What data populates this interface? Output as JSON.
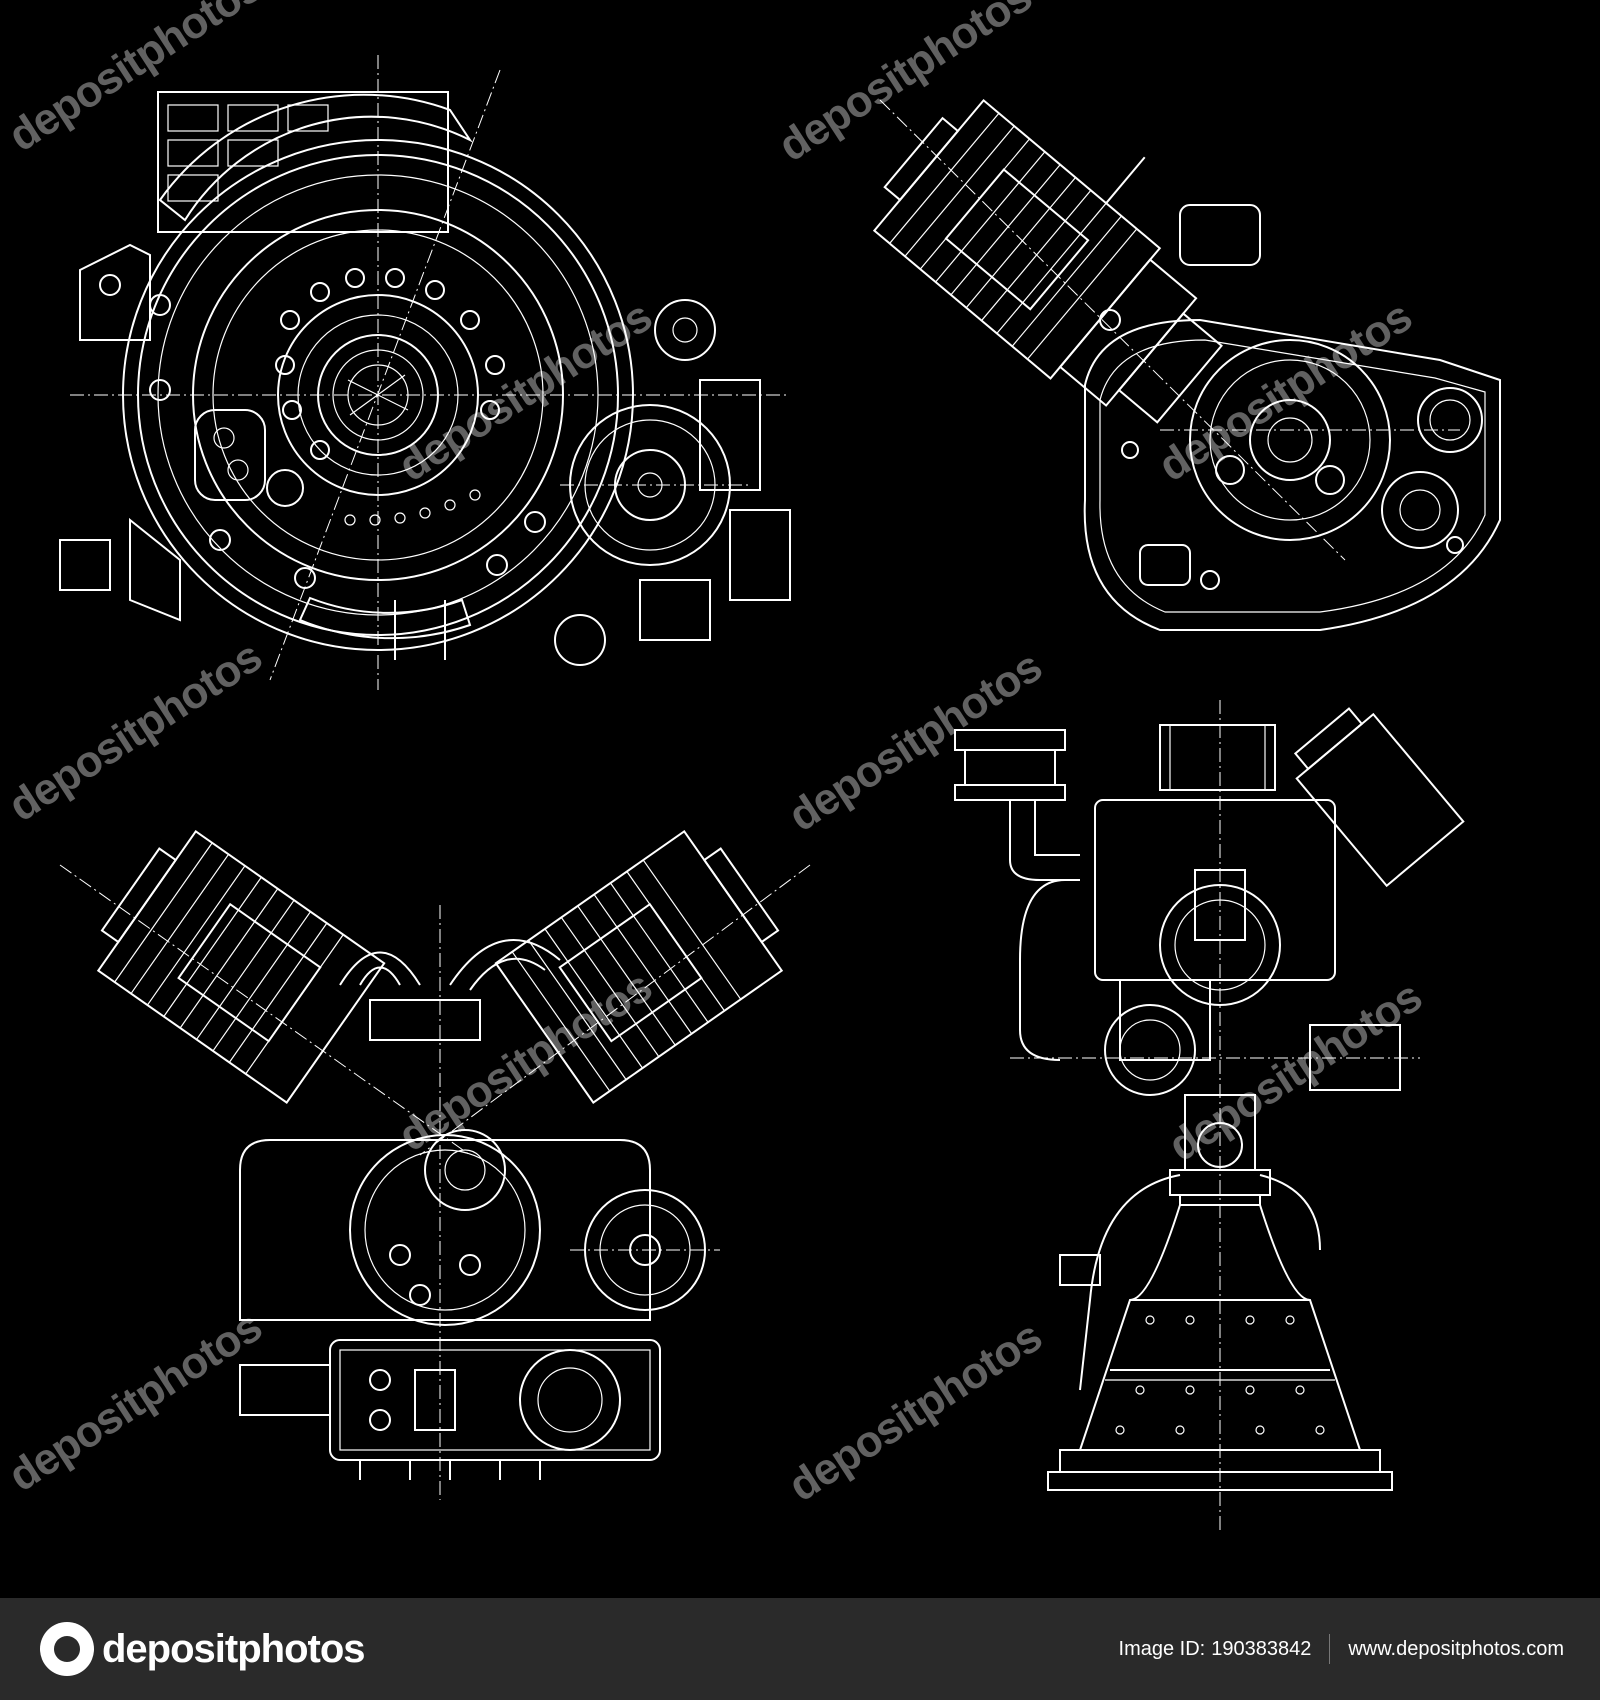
{
  "watermark": {
    "text": "depositphotos"
  },
  "footer": {
    "logo_text": "depositphotos",
    "image_id_label": "Image ID:",
    "image_id": "190383842",
    "website": "www.depositphotos.com"
  },
  "colors": {
    "background": "#000000",
    "lines": "#ffffff",
    "footer_bg": "#2a2a2a"
  }
}
